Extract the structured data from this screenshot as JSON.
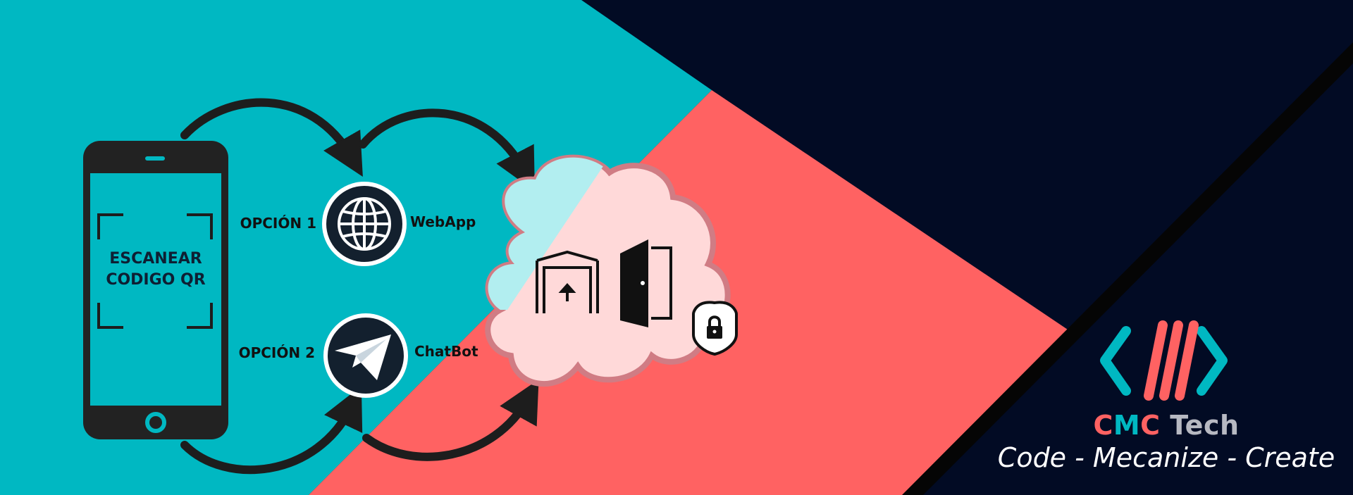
{
  "colors": {
    "teal": "#00b8c2",
    "coral": "#ff6262",
    "navy": "#020b24",
    "black": "#050505",
    "phone": "#222222",
    "cloud": "#ffd9d9",
    "gray": "#b7b9c2"
  },
  "phone": {
    "screen_line1": "ESCANEAR",
    "screen_line2": "CODIGO QR",
    "icon": "smartphone-icon"
  },
  "options": [
    {
      "label": "OPCIÓN 1",
      "name": "WebApp",
      "icon": "globe-icon"
    },
    {
      "label": "OPCIÓN 2",
      "name": "ChatBot",
      "icon": "telegram-plane-icon"
    }
  ],
  "cloud": {
    "icons": [
      "garage-icon",
      "door-icon",
      "shield-lock-icon"
    ]
  },
  "brand": {
    "part_c1": "C",
    "part_m": "M",
    "part_c2": "C",
    "part_tech": " Tech",
    "tagline": "Code - Mecanize - Create",
    "logo_icon": "code-brackets-icon"
  }
}
